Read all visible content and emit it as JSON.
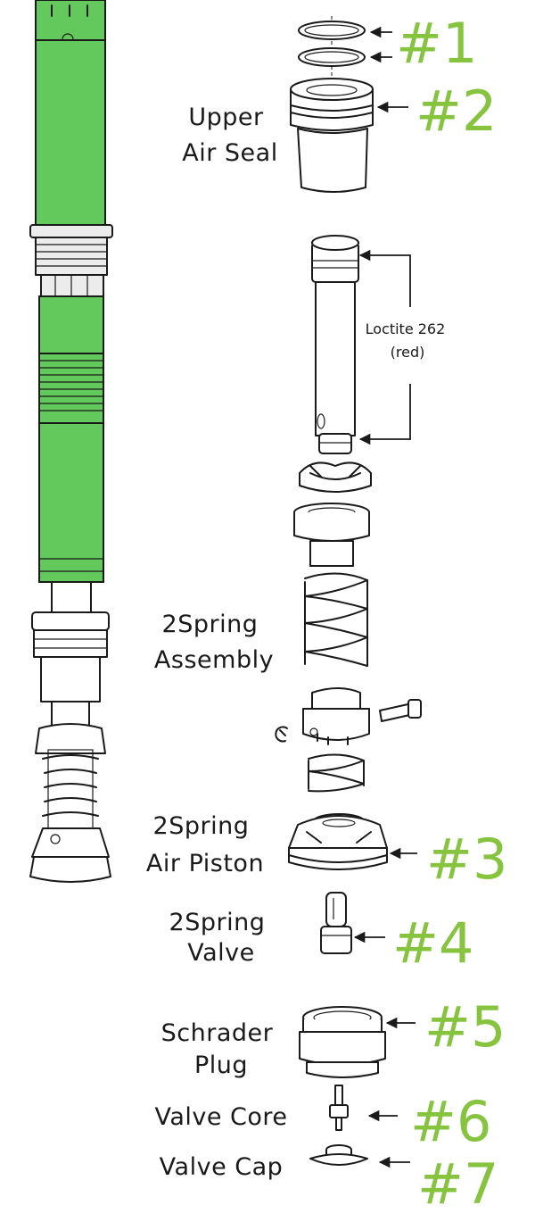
{
  "parts": [
    {
      "label_lines": [
        "Upper",
        "Air Seal"
      ]
    },
    {
      "label_lines": [
        "2Spring",
        "Assembly"
      ]
    },
    {
      "label_lines": [
        "2Spring",
        "Air Piston"
      ]
    },
    {
      "label_lines": [
        "2Spring",
        "Valve"
      ]
    },
    {
      "label_lines": [
        "Schrader",
        "Plug"
      ]
    },
    {
      "label_lines": [
        "Valve Core"
      ]
    },
    {
      "label_lines": [
        "Valve Cap"
      ]
    }
  ],
  "callouts": [
    "#1",
    "#2",
    "#3",
    "#4",
    "#5",
    "#6",
    "#7"
  ],
  "note": {
    "lines": [
      "Loctite 262",
      "(red)"
    ]
  },
  "colors": {
    "accent_green": "#86c440",
    "shaft_green": "#63c95c",
    "line": "#1a1a1a"
  }
}
